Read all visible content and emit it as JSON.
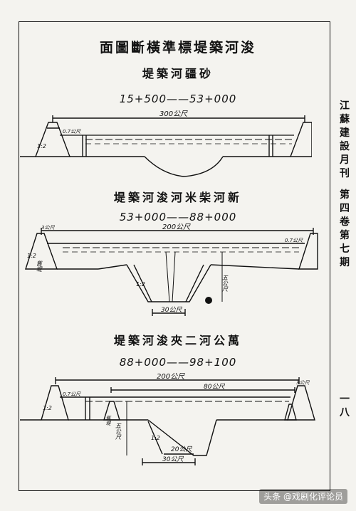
{
  "document": {
    "main_title": "面圖斷橫準標堤築河浚",
    "sections": [
      {
        "title": "堤築河疆砂",
        "range": "15+500——53+000",
        "dims": {
          "width": "300公尺",
          "berm": "0.7公尺",
          "slope": "1:2"
        }
      },
      {
        "title": "堤築河浚河米柴河新",
        "range": "53+000——88+000",
        "dims": {
          "width": "200公尺",
          "berm": "0.7公尺",
          "slope": "1:2",
          "depth": "五公尺",
          "inner_slope": "1:2",
          "bottom": "30公尺",
          "crest": "3公尺",
          "bank_label": "舊堤"
        }
      },
      {
        "title": "堤築河浚夾二河公萬",
        "range": "88+000——98+100",
        "dims": {
          "width": "200公尺",
          "inner_width": "80公尺",
          "berm": "0.7公尺",
          "slope": "1:2",
          "depth": "五公尺",
          "inner_slope": "1:2",
          "bottom_top": "20公尺",
          "bottom": "30公尺",
          "crest": "3公尺",
          "bank_label": "舊堤"
        }
      }
    ],
    "side_text": {
      "journal": "江蘇建設月刊",
      "issue": "第四卷 第七期",
      "page": "一八"
    },
    "watermark": "头条 @戏剧化评论员"
  }
}
